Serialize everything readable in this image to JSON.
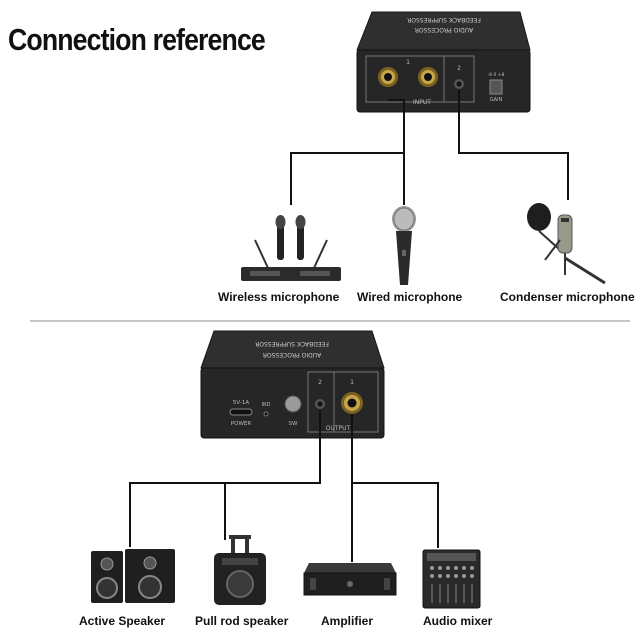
{
  "title": "Connection reference",
  "top_device": {
    "label_line1": "FEEDBACK SUPPRESSOR",
    "label_line2": "AUDIO PROCESSOR",
    "port_1": "1",
    "port_2": "2",
    "port_group": "INPUT",
    "gain_label": "GAIN",
    "gain_scale": "-8 0 +8"
  },
  "bottom_device": {
    "label_line1": "FEEDBACK SUPPRESSOR",
    "label_line2": "AUDIO PROCESSOR",
    "power_rating": "5V-1A",
    "power_label": "POWER",
    "ind_label": "IND",
    "sw_label": "SW",
    "port_1": "1",
    "port_2": "2",
    "port_group": "OUTPUT"
  },
  "inputs": [
    {
      "label": "Wireless microphone"
    },
    {
      "label": "Wired microphone"
    },
    {
      "label": "Condenser microphone"
    }
  ],
  "outputs": [
    {
      "label": "Active Speaker"
    },
    {
      "label": "Pull rod speaker"
    },
    {
      "label": "Amplifier"
    },
    {
      "label": "Audio mixer"
    }
  ]
}
